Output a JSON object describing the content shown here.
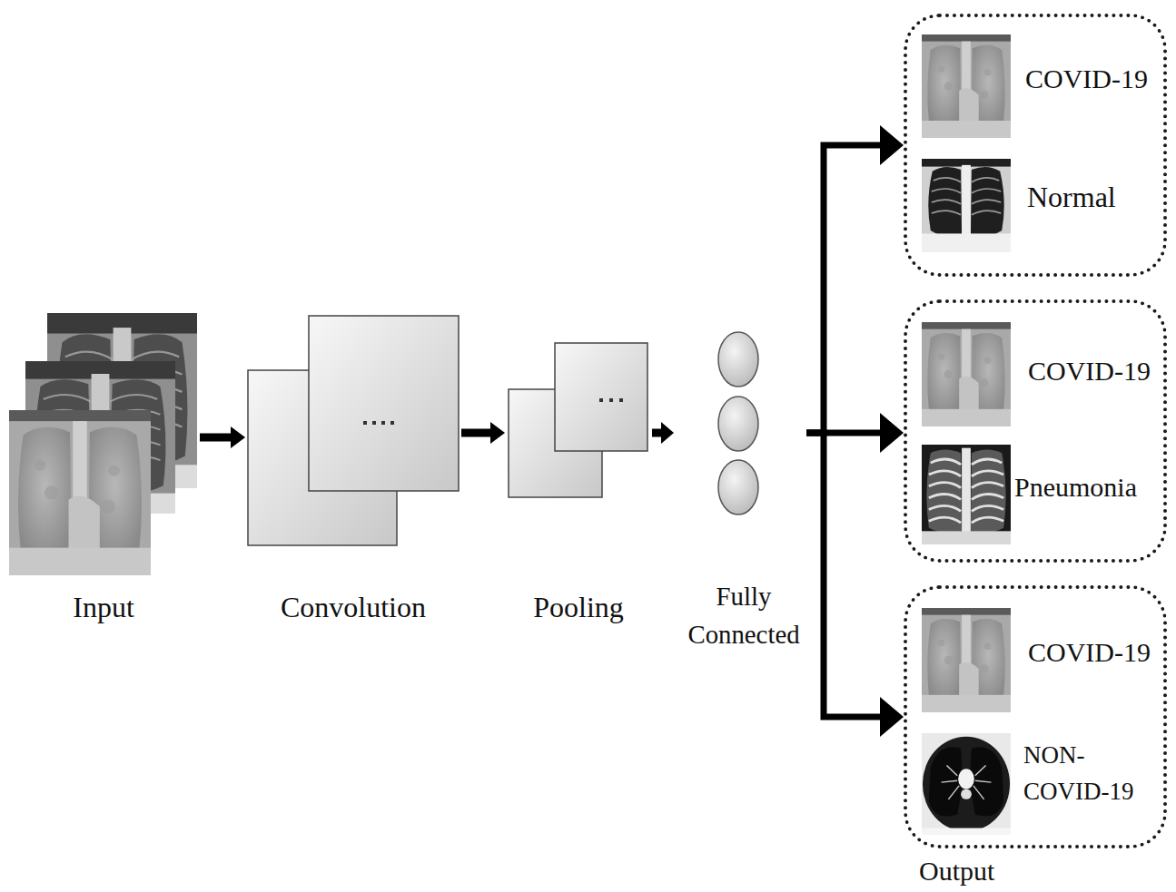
{
  "diagram": {
    "nodes": [
      {
        "text": [
          "Input"
        ]
      },
      {
        "text": [
          "Convolution"
        ]
      },
      {
        "text": [
          "Pooling"
        ]
      },
      {
        "text": [
          "Fully Connected"
        ]
      },
      {
        "text": [
          "COVID-19",
          "Normal"
        ]
      },
      {
        "text": [
          "COVID-19",
          "Pneumonia"
        ]
      },
      {
        "text": [
          "COVID-19",
          "NON-COVID-19"
        ]
      }
    ],
    "edges": [
      {
        "from": 0,
        "to": 1,
        "arrow": "to"
      },
      {
        "from": 1,
        "to": 2,
        "arrow": "to"
      },
      {
        "from": 2,
        "to": 3,
        "arrow": "to"
      },
      {
        "from": 3,
        "to": 4,
        "arrow": "to"
      },
      {
        "from": 3,
        "to": 5,
        "arrow": "to"
      },
      {
        "from": 3,
        "to": 6,
        "arrow": "to"
      }
    ],
    "labels": [
      "Output"
    ]
  }
}
